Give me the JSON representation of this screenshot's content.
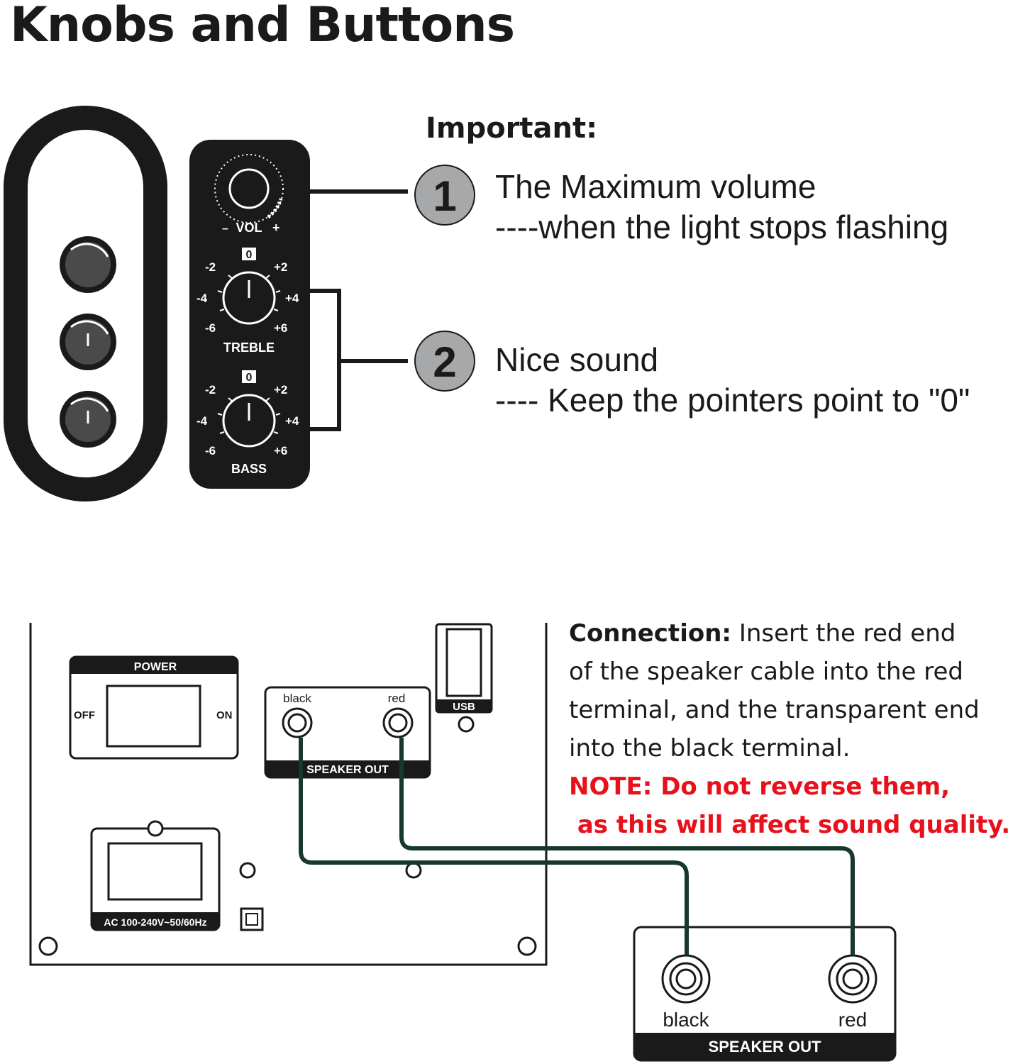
{
  "title": "Knobs and Buttons",
  "important_label": "Important:",
  "notes": [
    {
      "number": "1",
      "line1": "The Maximum volume",
      "line2": "----when the light stops flashing"
    },
    {
      "number": "2",
      "line1": "Nice sound",
      "line2": "---- Keep the pointers point to \"0\""
    }
  ],
  "panel": {
    "vol_minus": "–",
    "vol_label": "VOL",
    "vol_plus": "+",
    "treble_label": "TREBLE",
    "bass_label": "BASS",
    "scale": {
      "zero": "0",
      "m2": "-2",
      "p2": "+2",
      "m4": "-4",
      "p4": "+4",
      "m6": "-6",
      "p6": "+6"
    }
  },
  "back_panel": {
    "power_label": "POWER",
    "off_label": "OFF",
    "on_label": "ON",
    "speaker_out_label": "SPEAKER OUT",
    "black_label": "black",
    "red_label": "red",
    "usb_label": "USB",
    "ac_label": "AC 100-240V~50/60Hz"
  },
  "satellite": {
    "black_label": "black",
    "red_label": "red",
    "speaker_out_label": "SPEAKER OUT"
  },
  "connection": {
    "heading": "Connection:",
    "line1_rest": " Insert the red end",
    "line2": "of the speaker cable into the red",
    "line3": "terminal, and the transparent end",
    "line4": "into the black terminal.",
    "note_line1": "NOTE: Do not reverse them,",
    "note_line2": " as this will affect sound quality."
  },
  "colors": {
    "ink": "#1a1a1a",
    "badge": "#a7a8aa",
    "cable": "#17382f",
    "warning": "#e8101a",
    "knob_fill": "#4a4a4a"
  }
}
